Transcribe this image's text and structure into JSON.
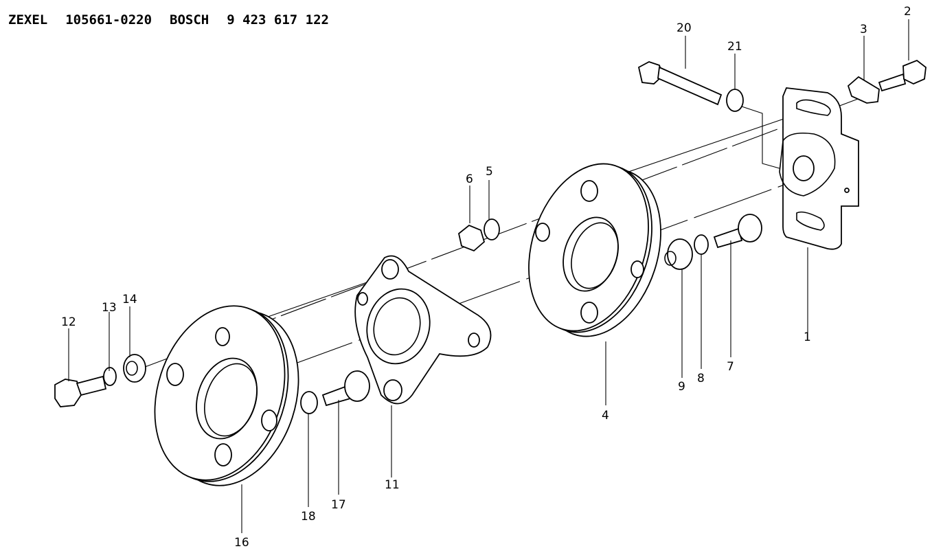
{
  "header": {
    "maker": "ZEXEL",
    "maker_part": "105661-0220",
    "oem": "BOSCH",
    "oem_part": "9 423 617 122"
  },
  "callouts": [
    {
      "id": "c1",
      "label": "1"
    },
    {
      "id": "c2",
      "label": "2"
    },
    {
      "id": "c3",
      "label": "3"
    },
    {
      "id": "c4",
      "label": "4"
    },
    {
      "id": "c5",
      "label": "5"
    },
    {
      "id": "c6",
      "label": "6"
    },
    {
      "id": "c7",
      "label": "7"
    },
    {
      "id": "c8",
      "label": "8"
    },
    {
      "id": "c9",
      "label": "9"
    },
    {
      "id": "c11",
      "label": "11"
    },
    {
      "id": "c12",
      "label": "12"
    },
    {
      "id": "c13",
      "label": "13"
    },
    {
      "id": "c14",
      "label": "14"
    },
    {
      "id": "c16",
      "label": "16"
    },
    {
      "id": "c17",
      "label": "17"
    },
    {
      "id": "c18",
      "label": "18"
    },
    {
      "id": "c20",
      "label": "20"
    },
    {
      "id": "c21",
      "label": "21"
    }
  ]
}
